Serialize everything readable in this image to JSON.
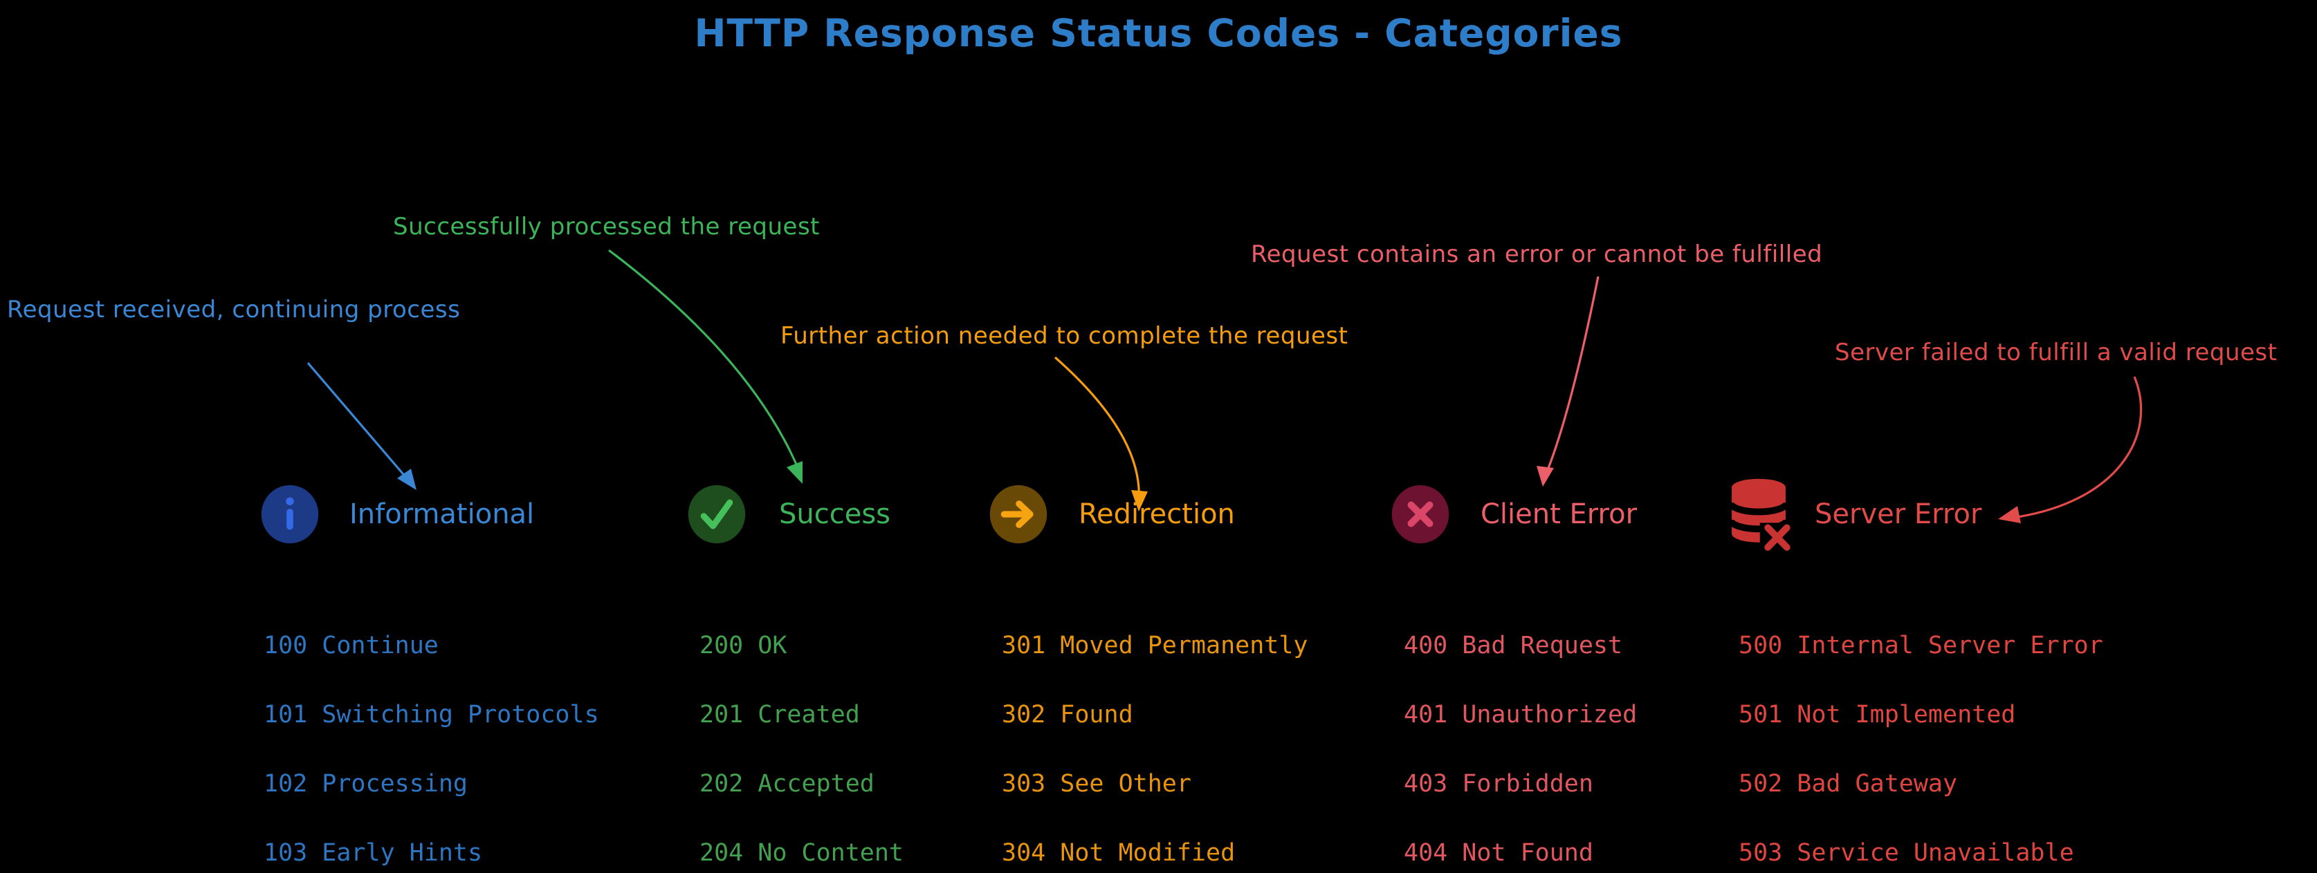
{
  "page": {
    "background": "#000000"
  },
  "title": {
    "text": "HTTP Response Status Codes - Categories",
    "color": "#2e7dc8"
  },
  "categories": [
    {
      "name": "Informational",
      "annotation": "Request received, continuing process",
      "icon": "info-circle-icon",
      "text_color": "#3a87d6",
      "code_color": "#2d76c4",
      "icon_bg": "#1d3a87",
      "icon_fg": "#3569e8",
      "codes": [
        "100 Continue",
        "101 Switching Protocols",
        "102 Processing",
        "103 Early Hints"
      ]
    },
    {
      "name": "Success",
      "annotation": "Successfully processed the request",
      "icon": "check-circle-icon",
      "text_color": "#3cb45a",
      "code_color": "#43a04f",
      "icon_bg": "#1f4e1e",
      "icon_fg": "#46c05b",
      "codes": [
        "200 OK",
        "201 Created",
        "202 Accepted",
        "204 No Content"
      ]
    },
    {
      "name": "Redirection",
      "annotation": "Further action needed to complete the request",
      "icon": "arrow-right-circle-icon",
      "text_color": "#f59d0e",
      "code_color": "#e8940e",
      "icon_bg": "#684a06",
      "icon_fg": "#f7a413",
      "codes": [
        "301 Moved Permanently",
        "302 Found",
        "303 See Other",
        "304 Not Modified"
      ]
    },
    {
      "name": "Client Error",
      "annotation": "Request contains an error or cannot be fulfilled",
      "icon": "x-circle-icon",
      "text_color": "#ed5f68",
      "code_color": "#e25660",
      "icon_bg": "#6d1230",
      "icon_fg": "#d94667",
      "codes": [
        "400 Bad Request",
        "401 Unauthorized",
        "403 Forbidden",
        "404 Not Found"
      ]
    },
    {
      "name": "Server Error",
      "annotation": "Server failed to fulfill a valid request",
      "icon": "database-x-icon",
      "text_color": "#e14b49",
      "code_color": "#e04540",
      "icon_bg": "#000000",
      "icon_fg": "#c93331",
      "codes": [
        "500 Internal Server Error",
        "501 Not Implemented",
        "502 Bad Gateway",
        "503 Service Unavailable"
      ]
    }
  ]
}
